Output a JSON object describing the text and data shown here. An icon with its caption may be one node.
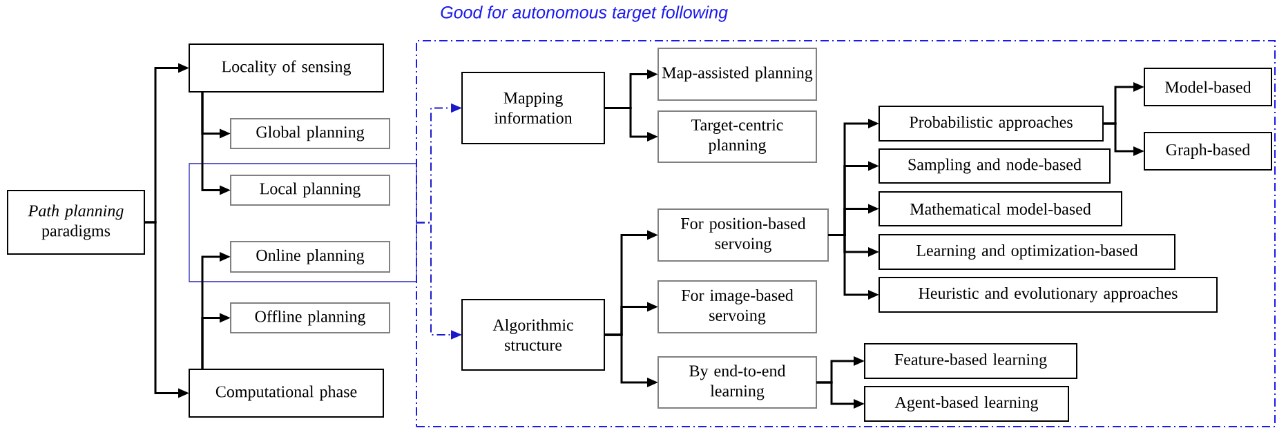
{
  "diagram": {
    "nodes": [
      {
        "text": [
          "*Path planning* paradigms"
        ]
      },
      {
        "text": [
          "Locality of sensing"
        ]
      },
      {
        "text": [
          "Global planning"
        ]
      },
      {
        "text": [],
        "shape": "box"
      },
      {
        "text": [
          "Local planning"
        ],
        "in": 3
      },
      {
        "text": [
          "Online planning"
        ],
        "in": 3
      },
      {
        "text": [
          "Offline planning"
        ]
      },
      {
        "text": [
          "Computational phase"
        ]
      },
      {
        "text": [
          "Good for autonomous target following"
        ]
      },
      {
        "text": [
          "Mapping information"
        ],
        "in": 8
      },
      {
        "text": [
          "Map-assisted planning"
        ],
        "in": 8
      },
      {
        "text": [
          "Target-centric planning"
        ],
        "in": 8
      },
      {
        "text": [
          "Algorithmic structure"
        ],
        "in": 8
      },
      {
        "text": [
          "For position-based servoing"
        ],
        "in": 8
      },
      {
        "text": [
          "For image-based servoing"
        ],
        "in": 8
      },
      {
        "text": [
          "By end-to-end learning"
        ],
        "in": 8
      },
      {
        "text": [
          "Probabilistic approaches"
        ],
        "in": 8
      },
      {
        "text": [
          "Model-based"
        ],
        "in": 8
      },
      {
        "text": [
          "Graph-based"
        ],
        "in": 8
      },
      {
        "text": [
          "Sampling and node-based"
        ],
        "in": 8
      },
      {
        "text": [
          "Mathematical model-based"
        ],
        "in": 8
      },
      {
        "text": [
          "Learning and optimization-based"
        ],
        "in": 8
      },
      {
        "text": [
          "Heuristic and evolutionary approaches"
        ],
        "in": 8
      },
      {
        "text": [
          "Feature-based learning"
        ],
        "in": 8
      },
      {
        "text": [
          "Agent-based learning"
        ],
        "in": 8
      }
    ],
    "edges": [
      {
        "from": 0,
        "to": 1,
        "arrow": "to"
      },
      {
        "from": 0,
        "to": 7,
        "arrow": "to"
      },
      {
        "from": 1,
        "to": 2,
        "arrow": "to"
      },
      {
        "from": 1,
        "to": 4,
        "arrow": "to"
      },
      {
        "from": 7,
        "to": 5,
        "arrow": "to"
      },
      {
        "from": 7,
        "to": 6,
        "arrow": "to"
      },
      {
        "from": 3,
        "to": 9,
        "arrow": "to",
        "style": "dashed",
        "color": "#1a1acc"
      },
      {
        "from": 3,
        "to": 12,
        "arrow": "to",
        "style": "dashed",
        "color": "#1a1acc"
      },
      {
        "from": 9,
        "to": 10,
        "arrow": "to"
      },
      {
        "from": 9,
        "to": 11,
        "arrow": "to"
      },
      {
        "from": 12,
        "to": 13,
        "arrow": "to"
      },
      {
        "from": 12,
        "to": 14,
        "arrow": "to"
      },
      {
        "from": 12,
        "to": 15,
        "arrow": "to"
      },
      {
        "from": 13,
        "to": 16,
        "arrow": "to"
      },
      {
        "from": 13,
        "to": 19,
        "arrow": "to"
      },
      {
        "from": 13,
        "to": 20,
        "arrow": "to"
      },
      {
        "from": 13,
        "to": 21,
        "arrow": "to"
      },
      {
        "from": 13,
        "to": 22,
        "arrow": "to"
      },
      {
        "from": 16,
        "to": 17,
        "arrow": "to"
      },
      {
        "from": 16,
        "to": 18,
        "arrow": "to"
      },
      {
        "from": 15,
        "to": 23,
        "arrow": "to"
      },
      {
        "from": 15,
        "to": 24,
        "arrow": "to"
      }
    ]
  }
}
